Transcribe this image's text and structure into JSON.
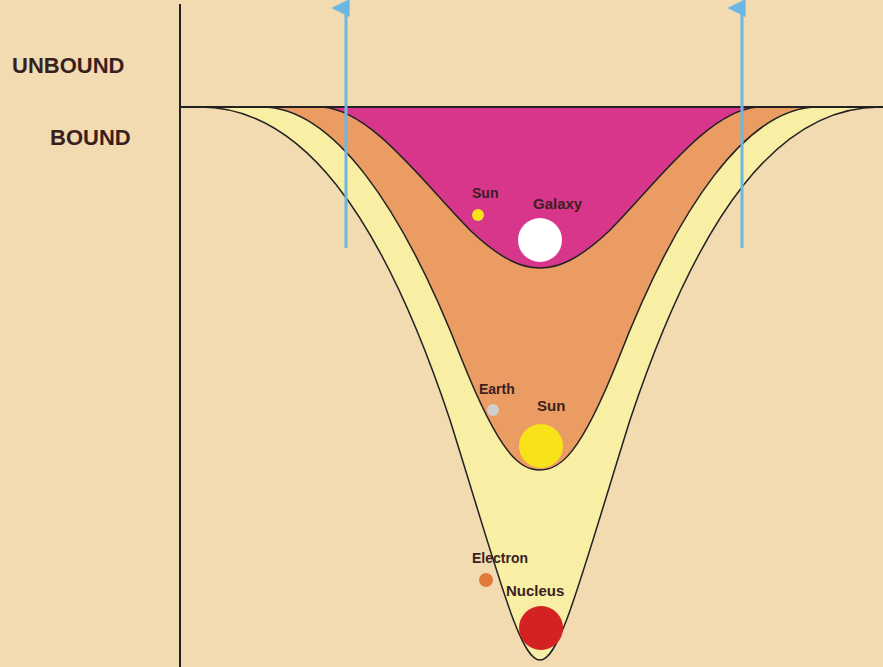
{
  "diagram": {
    "labels": [
      "UNBOUND",
      "BOUND",
      "Sun",
      "Galaxy",
      "Earth",
      "Sun",
      "Electron",
      "Nucleus"
    ]
  }
}
